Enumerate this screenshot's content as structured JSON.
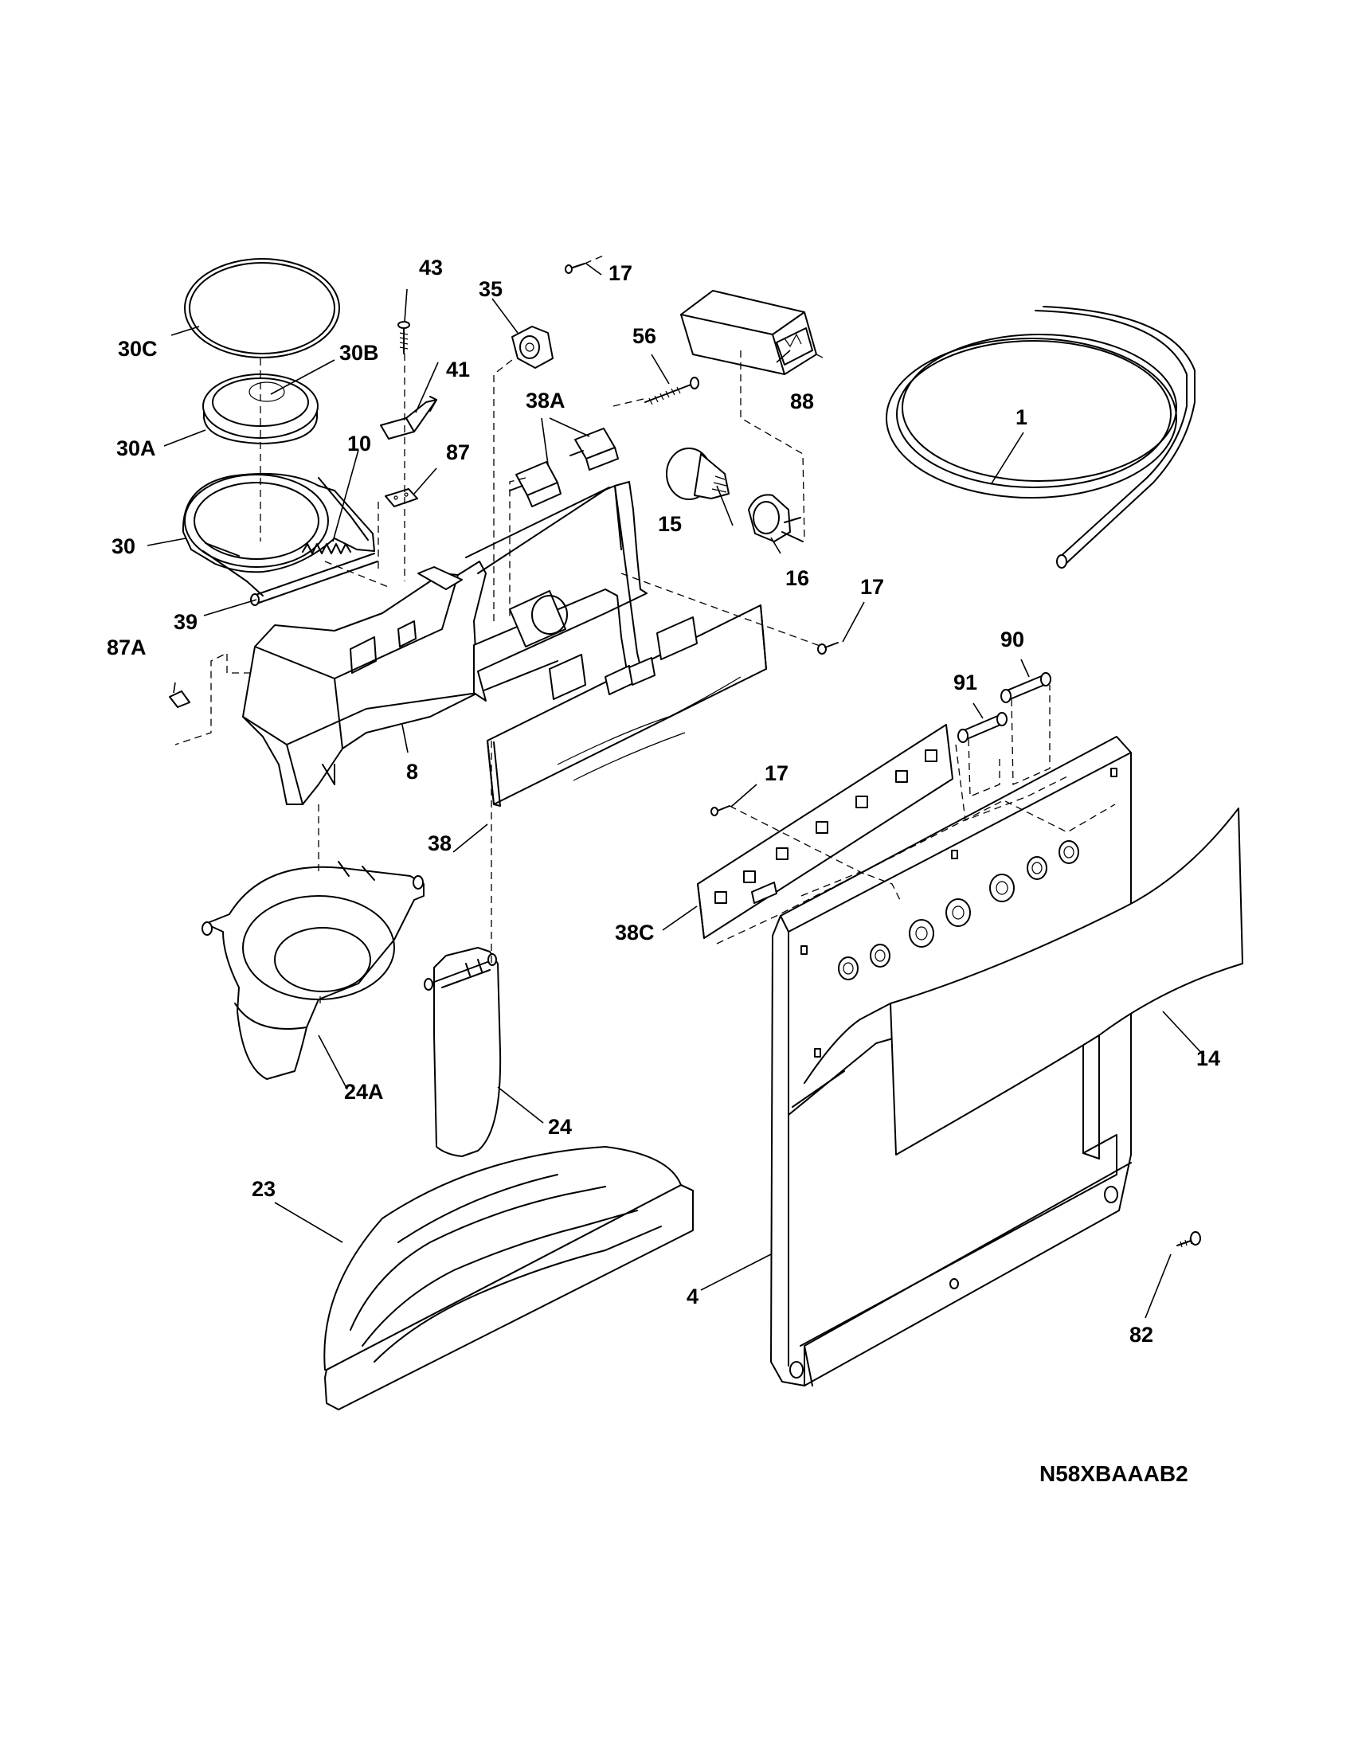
{
  "diagram_code": "N58XBAAAB2",
  "callouts": {
    "p1": "1",
    "p4": "4",
    "p8": "8",
    "p10": "10",
    "p14": "14",
    "p15": "15",
    "p16": "16",
    "p17a": "17",
    "p17b": "17",
    "p17c": "17",
    "p23": "23",
    "p24": "24",
    "p24A": "24A",
    "p30": "30",
    "p30A": "30A",
    "p30B": "30B",
    "p30C": "30C",
    "p35": "35",
    "p38": "38",
    "p38A": "38A",
    "p38C": "38C",
    "p39": "39",
    "p41": "41",
    "p43": "43",
    "p56": "56",
    "p82": "82",
    "p87": "87",
    "p87A": "87A",
    "p88": "88",
    "p90": "90",
    "p91": "91"
  }
}
